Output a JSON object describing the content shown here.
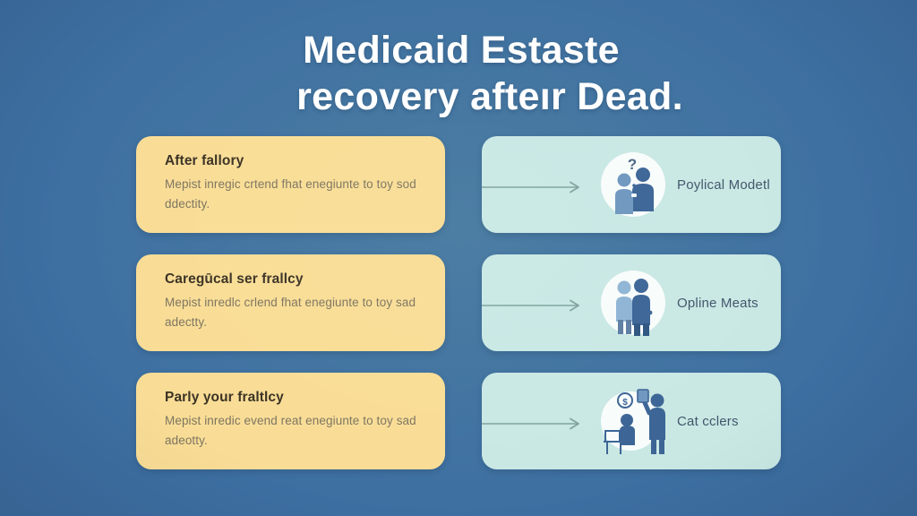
{
  "title": {
    "line1": "Medicaid Estaste",
    "line2": "recovery afteır Dead."
  },
  "colors": {
    "background": "#3f72a4",
    "left_card": "#f9dd96",
    "right_card": "#c9e8e4",
    "title_text": "#ffffff",
    "left_card_title_text": "#3b3224",
    "left_card_body_text": "#7d7560",
    "right_card_label_text": "#42566b",
    "arrow": "#7fa39e",
    "figure_dark": "#3c6596",
    "figure_light": "#8fb4d4"
  },
  "rows": [
    {
      "left": {
        "title": "After fallory",
        "body": "Mepist inregic crtend fhat enegiunte to toy sod ddectity."
      },
      "right": {
        "label": "Poylical Modetl",
        "icon": "two-people-question-icon"
      }
    },
    {
      "left": {
        "title": "Caregūcal ser frallcy",
        "body": "Mepist inredlc crlend fhat enegiunte to toy sad adectty."
      },
      "right": {
        "label": "Opline Meats",
        "icon": "two-people-standing-icon"
      }
    },
    {
      "left": {
        "title": "Parly your fraltlcy",
        "body": "Mepist inredic evend reat enegiunte to toy sad adeotty."
      },
      "right": {
        "label": "Cat cclers",
        "icon": "desk-person-money-icon"
      }
    }
  ]
}
